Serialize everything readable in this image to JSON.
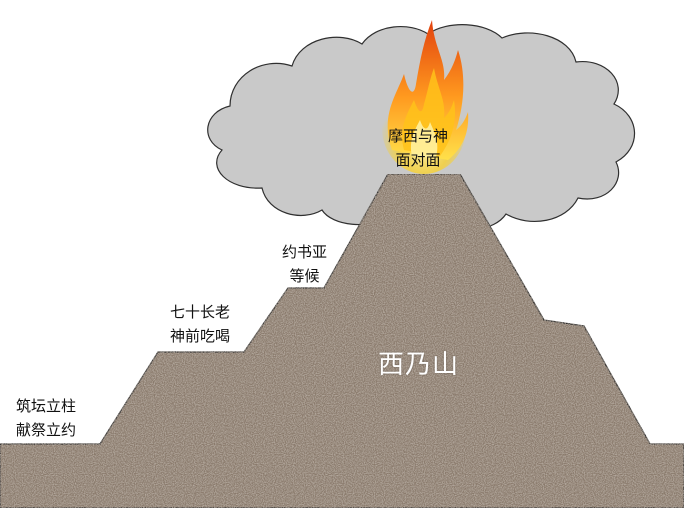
{
  "mountain": {
    "name": "西乃山",
    "stations": [
      {
        "id": "foot",
        "line1": "筑坛立柱",
        "line2": "献祭立约"
      },
      {
        "id": "elders",
        "line1": "七十长老",
        "line2": "神前吃喝"
      },
      {
        "id": "joshua",
        "line1": "约书亚",
        "line2": "等候"
      },
      {
        "id": "summit",
        "line1": "摩西与神",
        "line2": "面对面"
      }
    ]
  },
  "colors": {
    "rock": "#8a7a6c",
    "rock_outline": "#2b2b2b",
    "cloud": "#c9c9c9",
    "cloud_outline": "#2f2f2f",
    "flame_outer": "#f26b1d",
    "flame_inner": "#ffd21a",
    "name_text": "#ffffff"
  },
  "icons": [
    "cloud-icon",
    "flame-icon"
  ]
}
